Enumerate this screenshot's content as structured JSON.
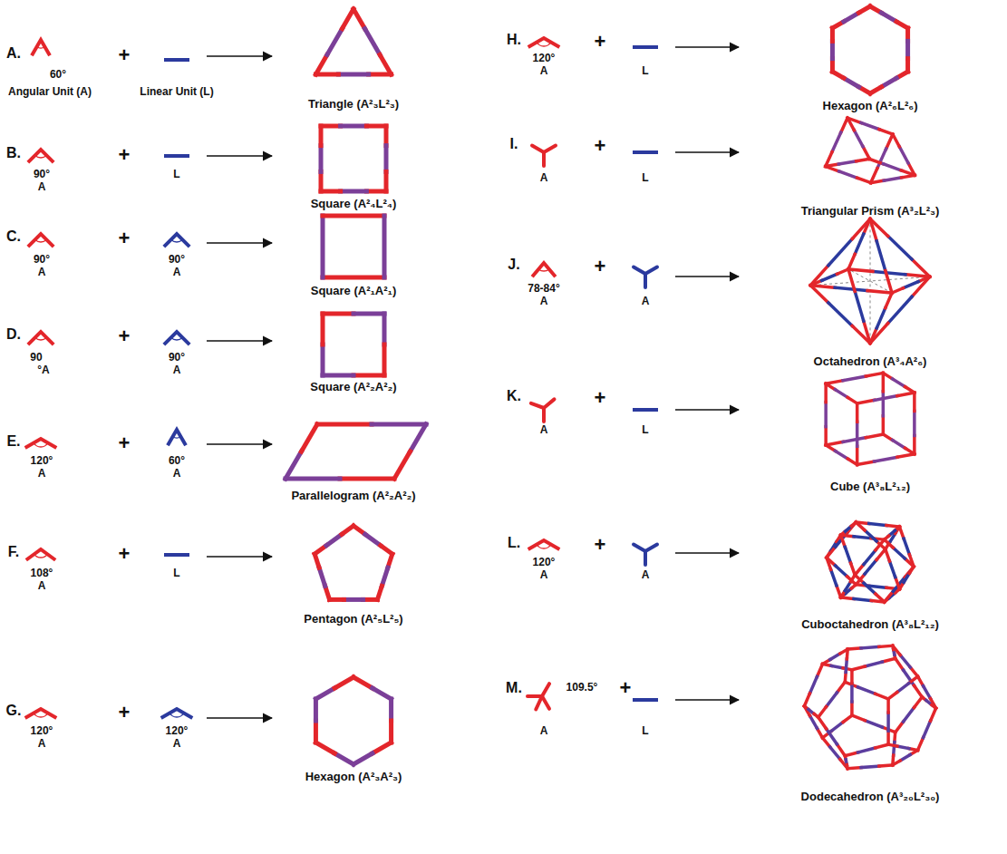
{
  "diagram": {
    "labels": [
      "A.",
      "60°",
      "+",
      "Angular Unit (A)",
      "Linear Unit (L)",
      "Triangle (A²₃L²₃)",
      "B.",
      "90°",
      "A",
      "+",
      "L",
      "Square (A²₄L²₄)",
      "C.",
      "90°",
      "A",
      "+",
      "90°",
      "A",
      "Square (A²₁A²₁)",
      "D.",
      "90",
      "°A",
      "+",
      "90°",
      "A",
      "Square (A²₂A²₂)",
      "E.",
      "120°",
      "A",
      "+",
      "60°",
      "A",
      "Parallelogram (A²₂A²₂)",
      "F.",
      "108°",
      "A",
      "+",
      "L",
      "Pentagon (A²₅L²₅)",
      "G.",
      "120°",
      "A",
      "+",
      "120°",
      "A",
      "Hexagon (A²₃A²₃)",
      "H.",
      "120°",
      "A",
      "+",
      "L",
      "Hexagon (A²₆L²₆)",
      "I.",
      "A",
      "+",
      "L",
      "Triangular Prism (A³₂L²₃)",
      "J.",
      "78-84°",
      "A",
      "+",
      "A",
      "Octahedron (A³₄A²₆)",
      "K.",
      "A",
      "+",
      "L",
      "Cube (A³₈L²₁₂)",
      "L.",
      "120°",
      "A",
      "+",
      "A",
      "Cuboctahedron (A³₈L²₁₂)",
      "M.",
      "109.5°",
      "+",
      "A",
      "L",
      "Dodecahedron (A³₂₀L²₃₀)"
    ]
  }
}
